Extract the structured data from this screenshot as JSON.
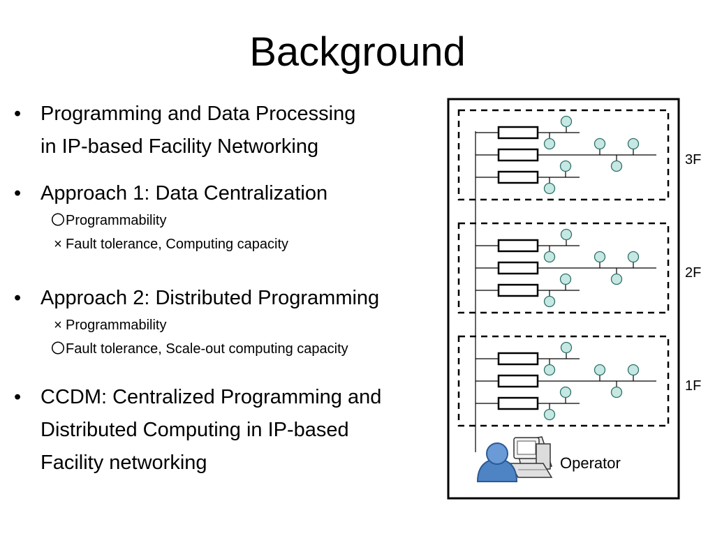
{
  "slide": {
    "title": "Background",
    "bullets": [
      {
        "marker": "•",
        "lines": [
          "Programming and Data Processing",
          " in IP-based Facility Networking"
        ]
      },
      {
        "marker": "•",
        "lines": [
          "Approach 1: Data Centralization"
        ],
        "subs": [
          {
            "mark": "〇",
            "text": "Programmability"
          },
          {
            "mark": "×",
            "text": "Fault tolerance, Computing capacity"
          }
        ]
      },
      {
        "marker": "•",
        "lines": [
          "Approach 2: Distributed Programming"
        ],
        "subs": [
          {
            "mark": "×",
            "text": "Programmability"
          },
          {
            "mark": "〇",
            "text": "Fault tolerance, Scale-out computing capacity"
          }
        ]
      },
      {
        "marker": "•",
        "lines": [
          "CCDM: Centralized Programming and",
          "Distributed Computing in IP-based",
          "Facility networking"
        ]
      }
    ]
  },
  "diagram": {
    "floors": [
      "3F",
      "2F",
      "1F"
    ],
    "operator_label": "Operator",
    "colors": {
      "node_fill": "#c5e8e3",
      "line": "#000000",
      "person": "#4f84c4"
    }
  }
}
